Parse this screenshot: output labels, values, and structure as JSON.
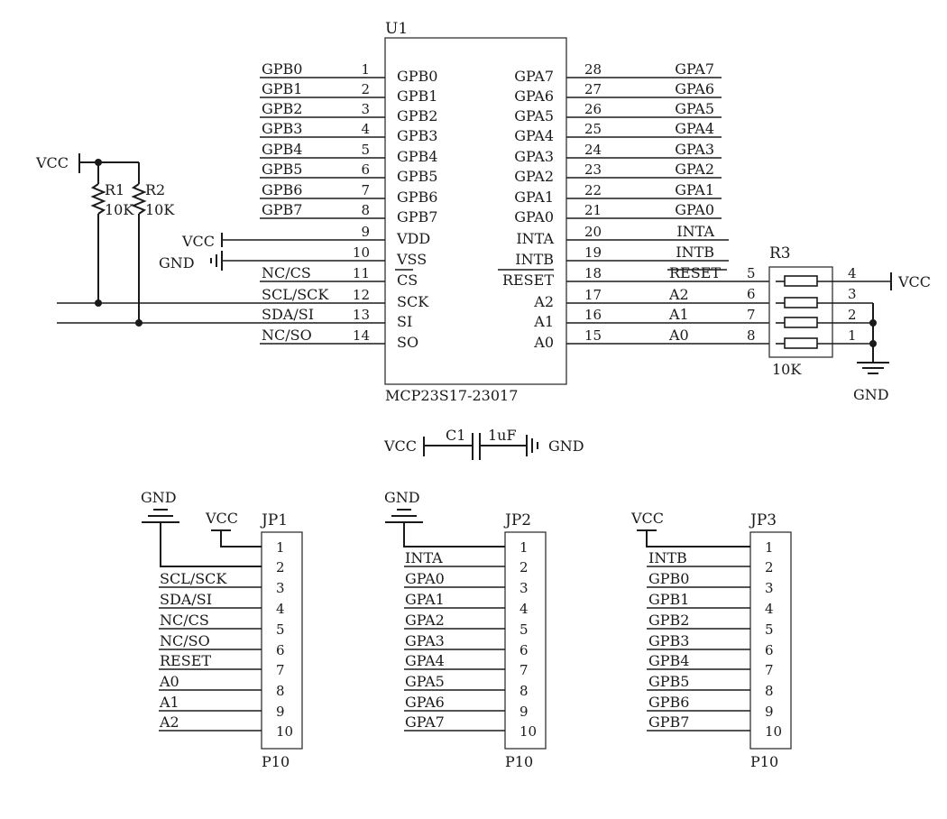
{
  "u1": {
    "ref": "U1",
    "part": "MCP23S17-23017",
    "left_pins": [
      {
        "num": "1",
        "name": "GPB0",
        "net": "GPB0"
      },
      {
        "num": "2",
        "name": "GPB1",
        "net": "GPB1"
      },
      {
        "num": "3",
        "name": "GPB2",
        "net": "GPB2"
      },
      {
        "num": "4",
        "name": "GPB3",
        "net": "GPB3"
      },
      {
        "num": "5",
        "name": "GPB4",
        "net": "GPB4"
      },
      {
        "num": "6",
        "name": "GPB5",
        "net": "GPB5"
      },
      {
        "num": "7",
        "name": "GPB6",
        "net": "GPB6"
      },
      {
        "num": "8",
        "name": "GPB7",
        "net": "GPB7"
      },
      {
        "num": "9",
        "name": "VDD",
        "net": "VCC"
      },
      {
        "num": "10",
        "name": "VSS",
        "net": "GND"
      },
      {
        "num": "11",
        "name": "CS",
        "net": "NC/CS"
      },
      {
        "num": "12",
        "name": "SCK",
        "net": "SCL/SCK"
      },
      {
        "num": "13",
        "name": "SI",
        "net": "SDA/SI"
      },
      {
        "num": "14",
        "name": "SO",
        "net": "NC/SO"
      }
    ],
    "right_pins": [
      {
        "num": "28",
        "name": "GPA7",
        "net": "GPA7"
      },
      {
        "num": "27",
        "name": "GPA6",
        "net": "GPA6"
      },
      {
        "num": "26",
        "name": "GPA5",
        "net": "GPA5"
      },
      {
        "num": "25",
        "name": "GPA4",
        "net": "GPA4"
      },
      {
        "num": "24",
        "name": "GPA3",
        "net": "GPA3"
      },
      {
        "num": "23",
        "name": "GPA2",
        "net": "GPA2"
      },
      {
        "num": "22",
        "name": "GPA1",
        "net": "GPA1"
      },
      {
        "num": "21",
        "name": "GPA0",
        "net": "GPA0"
      },
      {
        "num": "20",
        "name": "INTA",
        "net": "INTA"
      },
      {
        "num": "19",
        "name": "INTB",
        "net": "INTB"
      },
      {
        "num": "18",
        "name": "RESET",
        "net": "RESET"
      },
      {
        "num": "17",
        "name": "A2",
        "net": "A2"
      },
      {
        "num": "16",
        "name": "A1",
        "net": "A1"
      },
      {
        "num": "15",
        "name": "A0",
        "net": "A0"
      }
    ]
  },
  "pullups": {
    "vcc": "VCC",
    "r1_ref": "R1",
    "r1_val": "10K",
    "r2_ref": "R2",
    "r2_val": "10K"
  },
  "r3": {
    "ref": "R3",
    "value": "10K",
    "vcc": "VCC",
    "gnd": "GND",
    "left_pins": [
      "5",
      "6",
      "7",
      "8"
    ],
    "right_pins": [
      "4",
      "3",
      "2",
      "1"
    ]
  },
  "c1": {
    "vcc": "VCC",
    "ref": "C1",
    "value": "1uF",
    "gnd": "GND"
  },
  "headers": [
    {
      "ref": "JP1",
      "footprint": "P10",
      "gnd": "GND",
      "vcc": "VCC",
      "pins": [
        "1",
        "2",
        "3",
        "4",
        "5",
        "6",
        "7",
        "8",
        "9",
        "10"
      ],
      "nets": [
        "SCL/SCK",
        "SDA/SI",
        "NC/CS",
        "NC/SO",
        "RESET",
        "A0",
        "A1",
        "A2"
      ]
    },
    {
      "ref": "JP2",
      "footprint": "P10",
      "gnd": "GND",
      "pins": [
        "1",
        "2",
        "3",
        "4",
        "5",
        "6",
        "7",
        "8",
        "9",
        "10"
      ],
      "nets": [
        "INTA",
        "GPA0",
        "GPA1",
        "GPA2",
        "GPA3",
        "GPA4",
        "GPA5",
        "GPA6",
        "GPA7"
      ]
    },
    {
      "ref": "JP3",
      "footprint": "P10",
      "vcc": "VCC",
      "pins": [
        "1",
        "2",
        "3",
        "4",
        "5",
        "6",
        "7",
        "8",
        "9",
        "10"
      ],
      "nets": [
        "INTB",
        "GPB0",
        "GPB1",
        "GPB2",
        "GPB3",
        "GPB4",
        "GPB5",
        "GPB6",
        "GPB7"
      ]
    }
  ]
}
